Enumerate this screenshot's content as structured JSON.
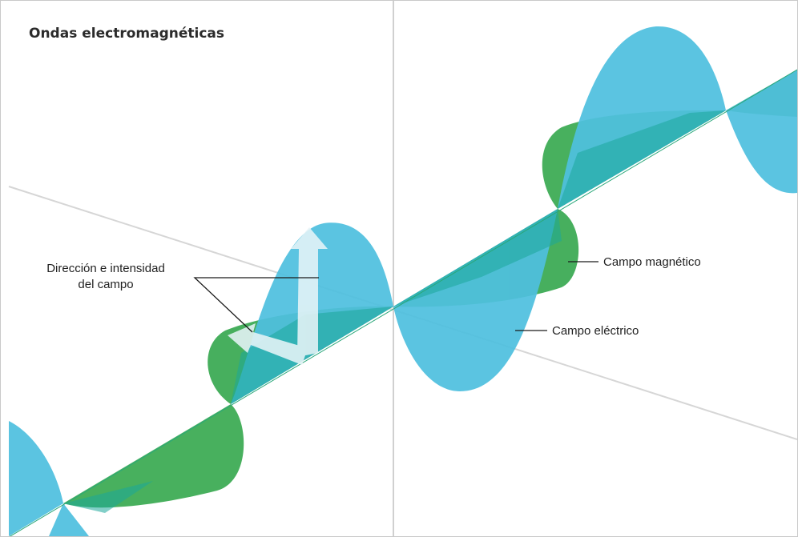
{
  "title": "Ondas electromagnéticas",
  "labels": {
    "direction_line1": "Dirección e intensidad",
    "direction_line2": "del campo",
    "magnetic_field": "Campo magnético",
    "electric_field": "Campo eléctrico"
  },
  "colors": {
    "electric_wave": "#4fc0df",
    "magnetic_wave": "#3aaa52",
    "overlap": "#1ca89a",
    "axis": "#d0d0d0",
    "arrow": "#e6f4f7"
  }
}
